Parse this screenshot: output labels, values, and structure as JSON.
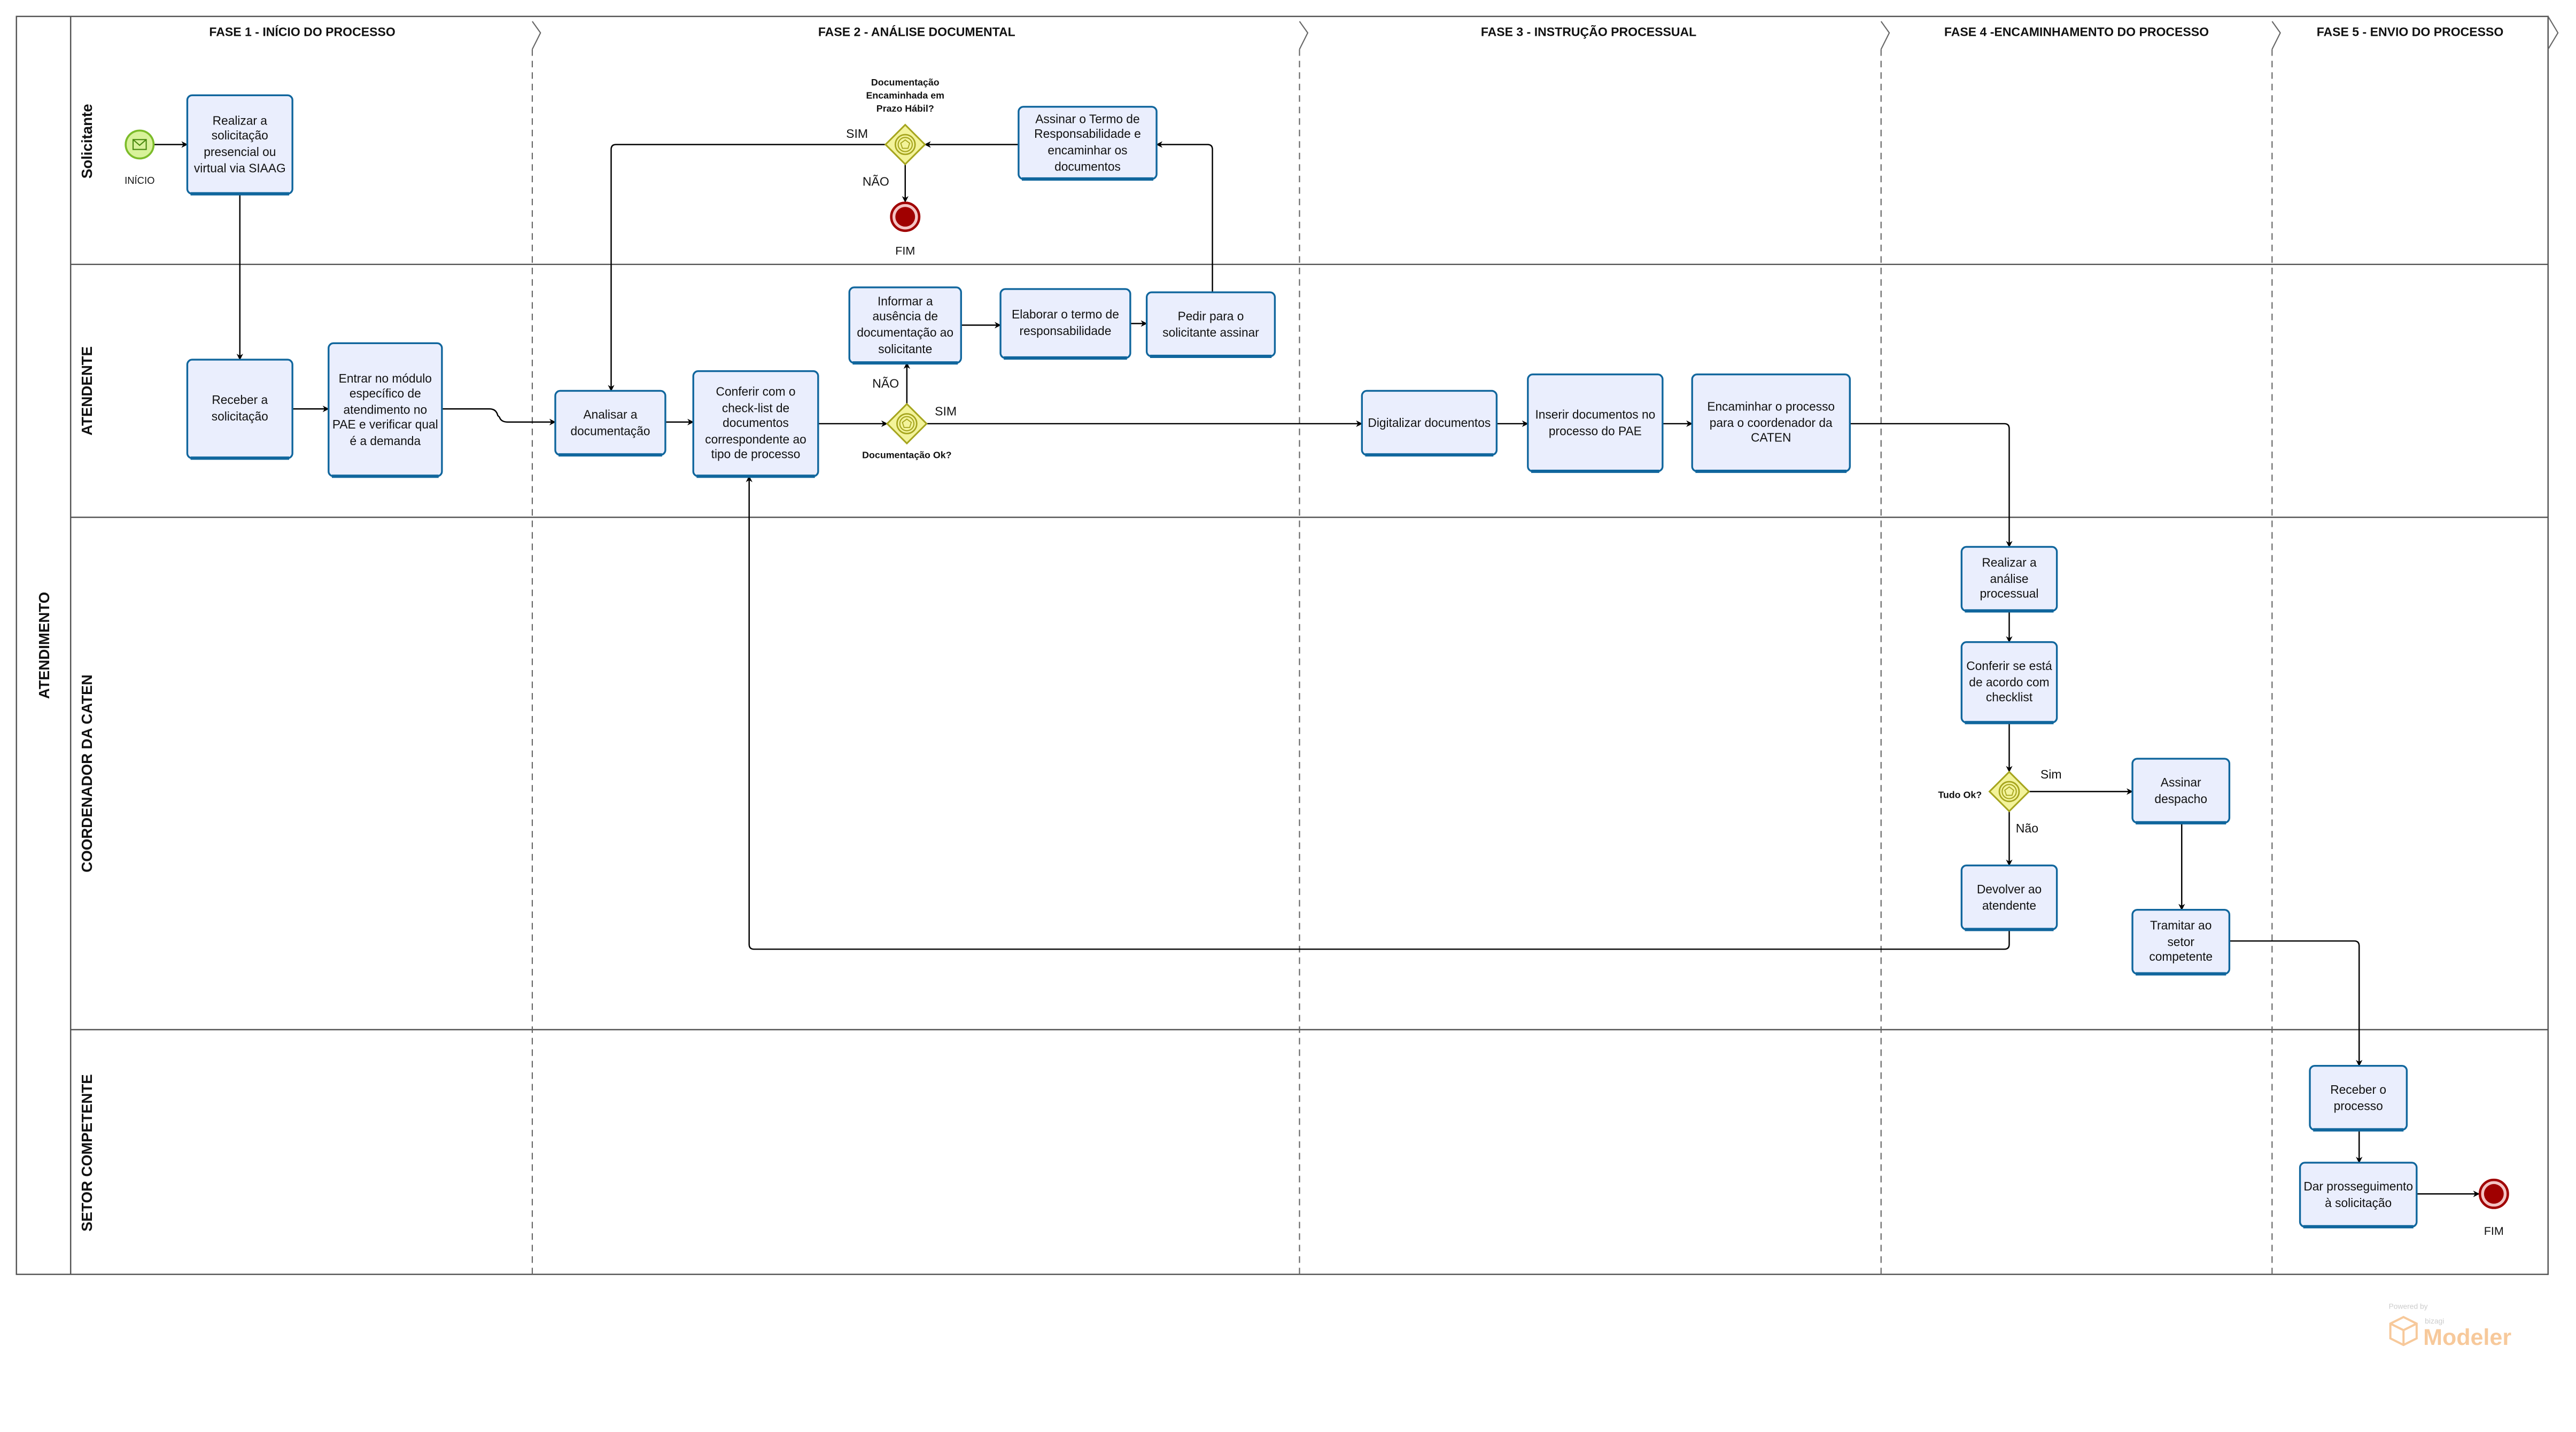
{
  "pool": {
    "label": "ATENDIMENTO"
  },
  "lanes": [
    {
      "label": "Solicitante"
    },
    {
      "label": "ATENDENTE"
    },
    {
      "label": "COORDENADOR DA CATEN"
    },
    {
      "label": "SETOR COMPETENTE"
    }
  ],
  "phases": [
    {
      "label": "FASE 1 - INÍCIO DO PROCESSO"
    },
    {
      "label": "FASE 2 - ANÁLISE DOCUMENTAL"
    },
    {
      "label": "FASE 3 - INSTRUÇÃO PROCESSUAL"
    },
    {
      "label": "FASE 4 -ENCAMINHAMENTO DO PROCESSO"
    },
    {
      "label": "FASE 5 - ENVIO DO PROCESSO"
    }
  ],
  "events": {
    "start": {
      "label": "INÍCIO"
    },
    "end1": {
      "label": "FIM"
    },
    "end2": {
      "label": "FIM"
    }
  },
  "tasks": {
    "t1": "Realizar a solicitação presencial ou virtual via SIAAG",
    "t2": "Receber a solicitação",
    "t3": "Entrar no módulo específico de atendimento no PAE e verificar qual é a demanda",
    "t4": "Analisar a documentação",
    "t5": "Conferir com o check-list de documentos correspondente ao tipo de processo",
    "t6": "Informar a ausência de documentação ao solicitante",
    "t7": "Elaborar o termo de responsabilidade",
    "t8": "Pedir para o solicitante assinar",
    "t9": "Assinar o Termo de Responsabilidade e encaminhar os documentos",
    "t10": "Digitalizar documentos",
    "t11": "Inserir documentos no processo do PAE",
    "t12": "Encaminhar o processo para o coordenador da CATEN",
    "t13": "Realizar a análise processual",
    "t14": "Conferir se está de acordo com checklist",
    "t15": "Devolver ao atendente",
    "t16": "Assinar despacho",
    "t17": "Tramitar ao setor competente",
    "t18": "Receber o processo",
    "t19": "Dar prosseguimento à solicitação"
  },
  "gateways": {
    "g1": {
      "label": "Documentação Ok?",
      "yes": "SIM",
      "no": "NÃO"
    },
    "g2": {
      "label_lines": [
        "Documentação",
        "Encaminhada em",
        "Prazo Hábil?"
      ],
      "yes": "SIM",
      "no": "NÃO"
    },
    "g3": {
      "label": "Tudo Ok?",
      "yes": "Sim",
      "no": "Não"
    }
  },
  "watermark": {
    "powered": "Powered by",
    "brand": "bizagi",
    "product": "Modeler"
  },
  "colors": {
    "task_fill": "#eaeefd",
    "task_stroke": "#10669d",
    "gateway_fill": "#f3f39a",
    "gateway_stroke": "#a6a51e",
    "start_fill": "#d8f29a",
    "start_stroke": "#7cbc2a",
    "end_fill": "#a00000",
    "watermark": "#f5b77a"
  }
}
